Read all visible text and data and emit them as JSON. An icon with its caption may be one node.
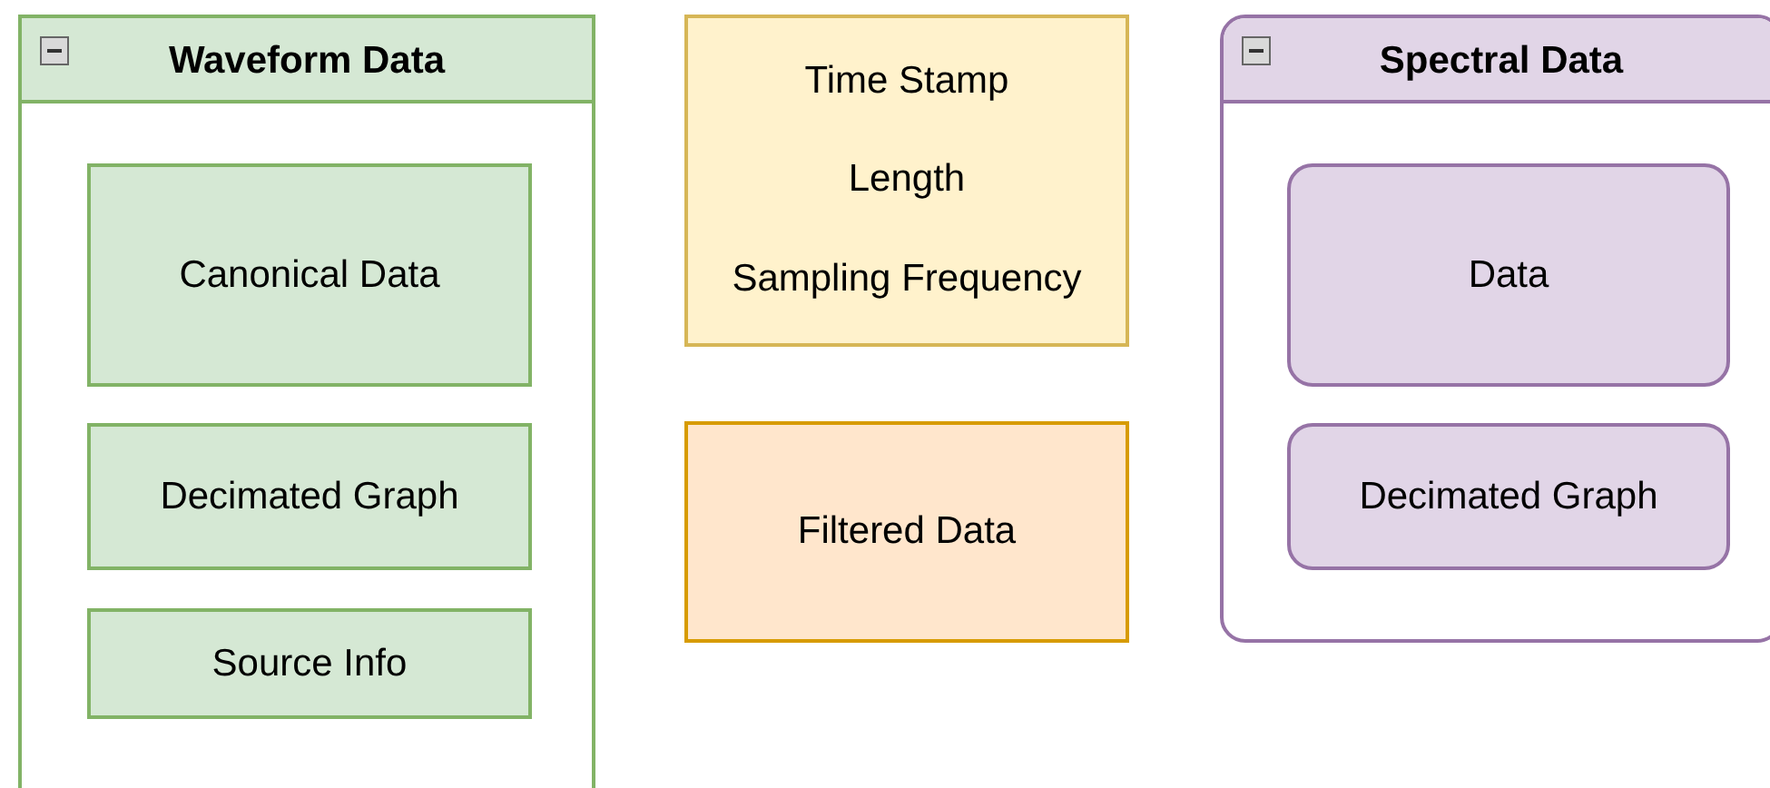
{
  "diagram": {
    "nodes": [
      {
        "text": [
          "Waveform Data"
        ]
      },
      {
        "text": [
          "Canonical Data"
        ],
        "in": 0
      },
      {
        "text": [
          "Decimated Graph"
        ],
        "in": 0
      },
      {
        "text": [
          "Source Info"
        ],
        "in": 0
      },
      {
        "text": [
          "Time Stamp",
          "Length",
          "Sampling Frequency"
        ]
      },
      {
        "text": [
          "Filtered Data"
        ]
      },
      {
        "text": [
          "Spectral Data"
        ]
      },
      {
        "text": [
          "Data"
        ],
        "in": 6
      },
      {
        "text": [
          "Decimated Graph"
        ],
        "in": 6
      }
    ]
  }
}
